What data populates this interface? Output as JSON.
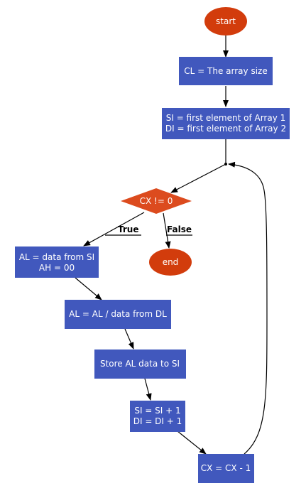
{
  "colors": {
    "process_fill": "#4158bd",
    "terminal_fill": "#d23c0c",
    "decision_fill": "#dc4b1e",
    "edge": "#000000"
  },
  "nodes": {
    "start": {
      "label": "start"
    },
    "cl_size": {
      "lines": [
        "CL = The array size"
      ]
    },
    "si_di_init": {
      "lines": [
        "SI = first element of Array 1",
        "DI = first element of Array 2"
      ]
    },
    "decision": {
      "label": "CX != 0"
    },
    "al_load": {
      "lines": [
        "AL = data from SI",
        "AH = 00"
      ]
    },
    "end": {
      "label": "end"
    },
    "divide": {
      "lines": [
        "AL = AL / data from DL"
      ]
    },
    "store": {
      "lines": [
        "Store AL data to SI"
      ]
    },
    "increment": {
      "lines": [
        "SI = SI + 1",
        "DI = DI + 1"
      ]
    },
    "decrement": {
      "lines": [
        "CX = CX - 1"
      ]
    }
  },
  "edges": {
    "true_label": "True",
    "false_label": "False"
  }
}
